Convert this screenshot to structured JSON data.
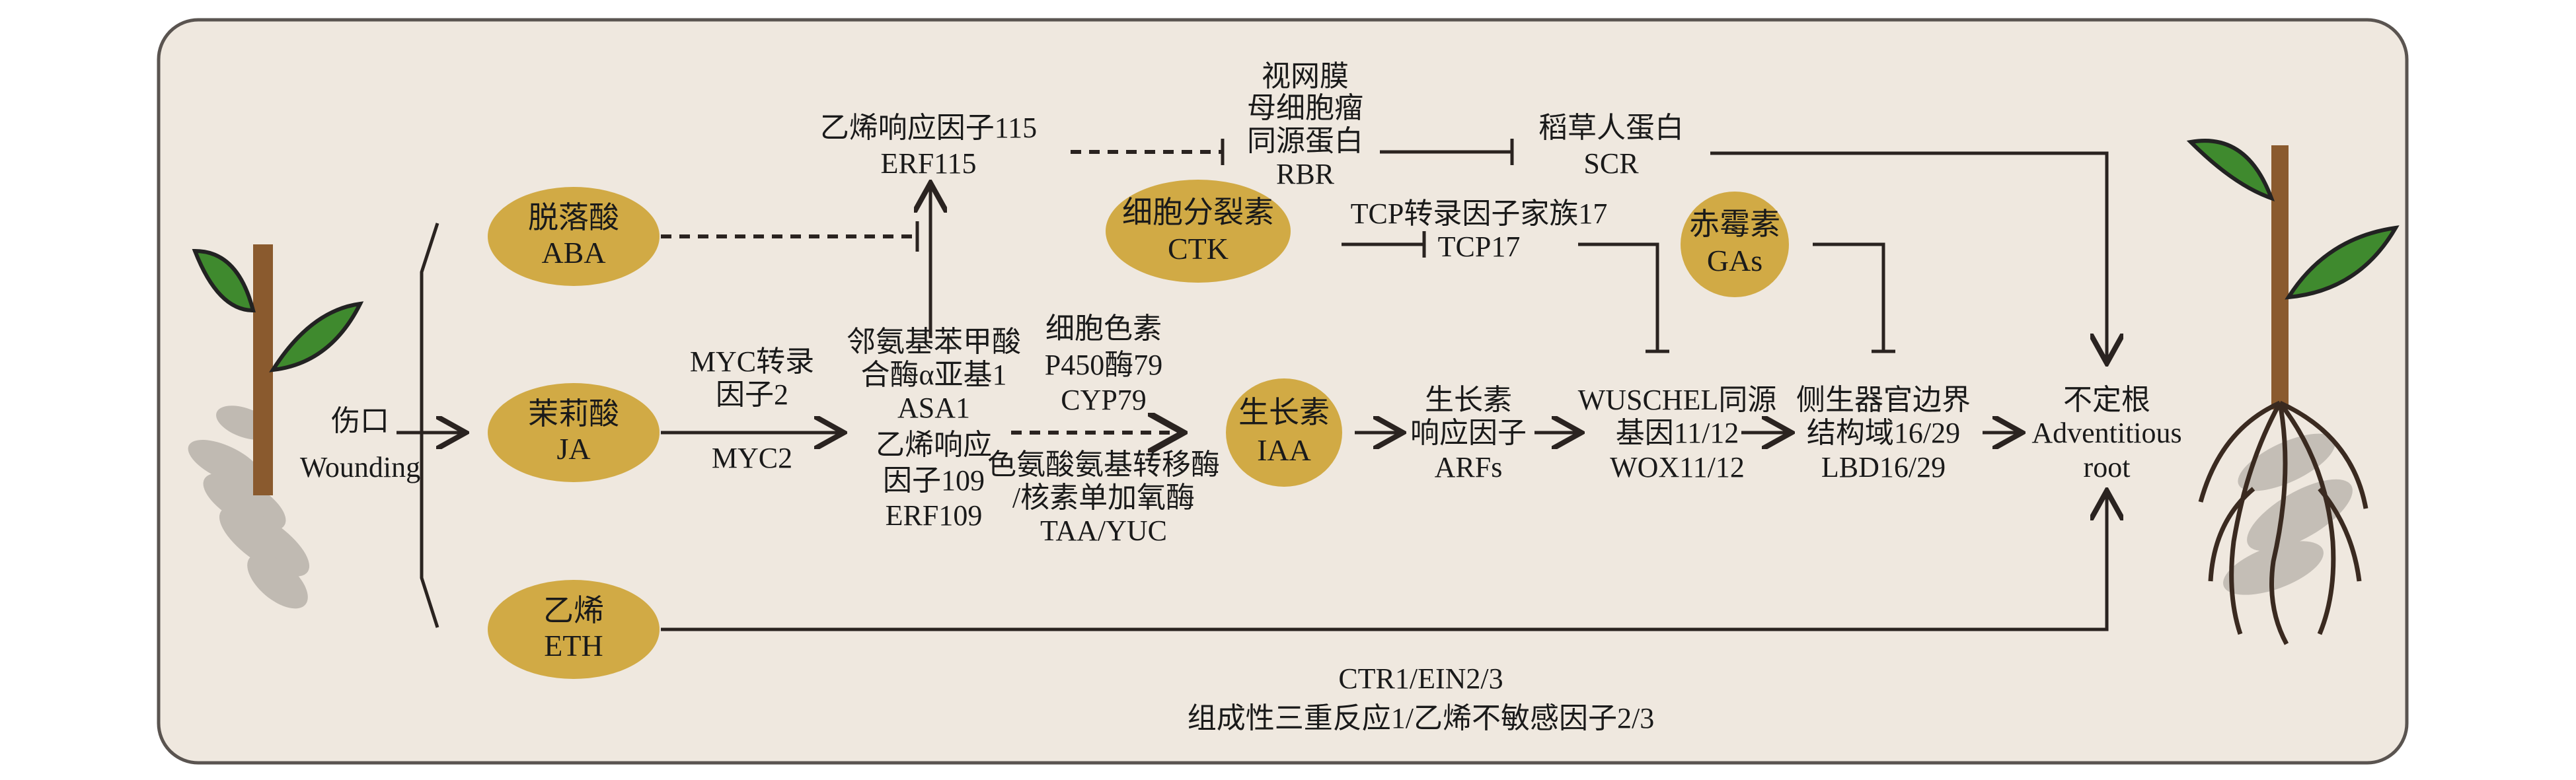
{
  "colors": {
    "background": "#efe8df",
    "hormone_node": "#d1aa45",
    "line": "#2a2320",
    "leaf": "#3f8a2e",
    "stem": "#8a5a2e"
  },
  "wounding": {
    "zh": "伤口",
    "en": "Wounding"
  },
  "hormones": {
    "aba": {
      "zh": "脱落酸",
      "en": "ABA"
    },
    "ja": {
      "zh": "茉莉酸",
      "en": "JA"
    },
    "eth": {
      "zh": "乙烯",
      "en": "ETH"
    },
    "ctk": {
      "zh": "细胞分裂素",
      "en": "CTK"
    },
    "gas": {
      "zh": "赤霉素",
      "en": "GAs"
    },
    "iaa": {
      "zh": "生长素",
      "en": "IAA"
    }
  },
  "genes": {
    "erf115": [
      "乙烯响应因子115",
      "ERF115"
    ],
    "rbr": [
      "视网膜",
      "母细胞瘤",
      "同源蛋白",
      "RBR"
    ],
    "scr": [
      "稻草人蛋白",
      "SCR"
    ],
    "tcp17": [
      "TCP转录因子家族17",
      "TCP17"
    ],
    "myc2": [
      "MYC转录",
      "因子2",
      "MYC2"
    ],
    "asa1_erf109": [
      "邻氨基苯甲酸",
      "合酶α亚基1",
      "ASA1",
      "乙烯响应",
      "因子109",
      "ERF109"
    ],
    "cyp79": [
      "细胞色素",
      "P450酶79",
      "CYP79"
    ],
    "taa_yuc": [
      "色氨酸氨基转移酶",
      "/核素单加氧酶",
      "TAA/YUC"
    ],
    "arfs": [
      "生长素",
      "响应因子",
      "ARFs"
    ],
    "wox": [
      "WUSCHEL同源",
      "基因11/12",
      "WOX11/12"
    ],
    "lbd": [
      "侧生器官边界",
      "结构域16/29",
      "LBD16/29"
    ],
    "root": [
      "不定根",
      "Adventitious",
      "root"
    ],
    "ctr1": [
      "CTR1/EIN2/3",
      "组成性三重反应1/乙烯不敏感因子2/3"
    ]
  }
}
